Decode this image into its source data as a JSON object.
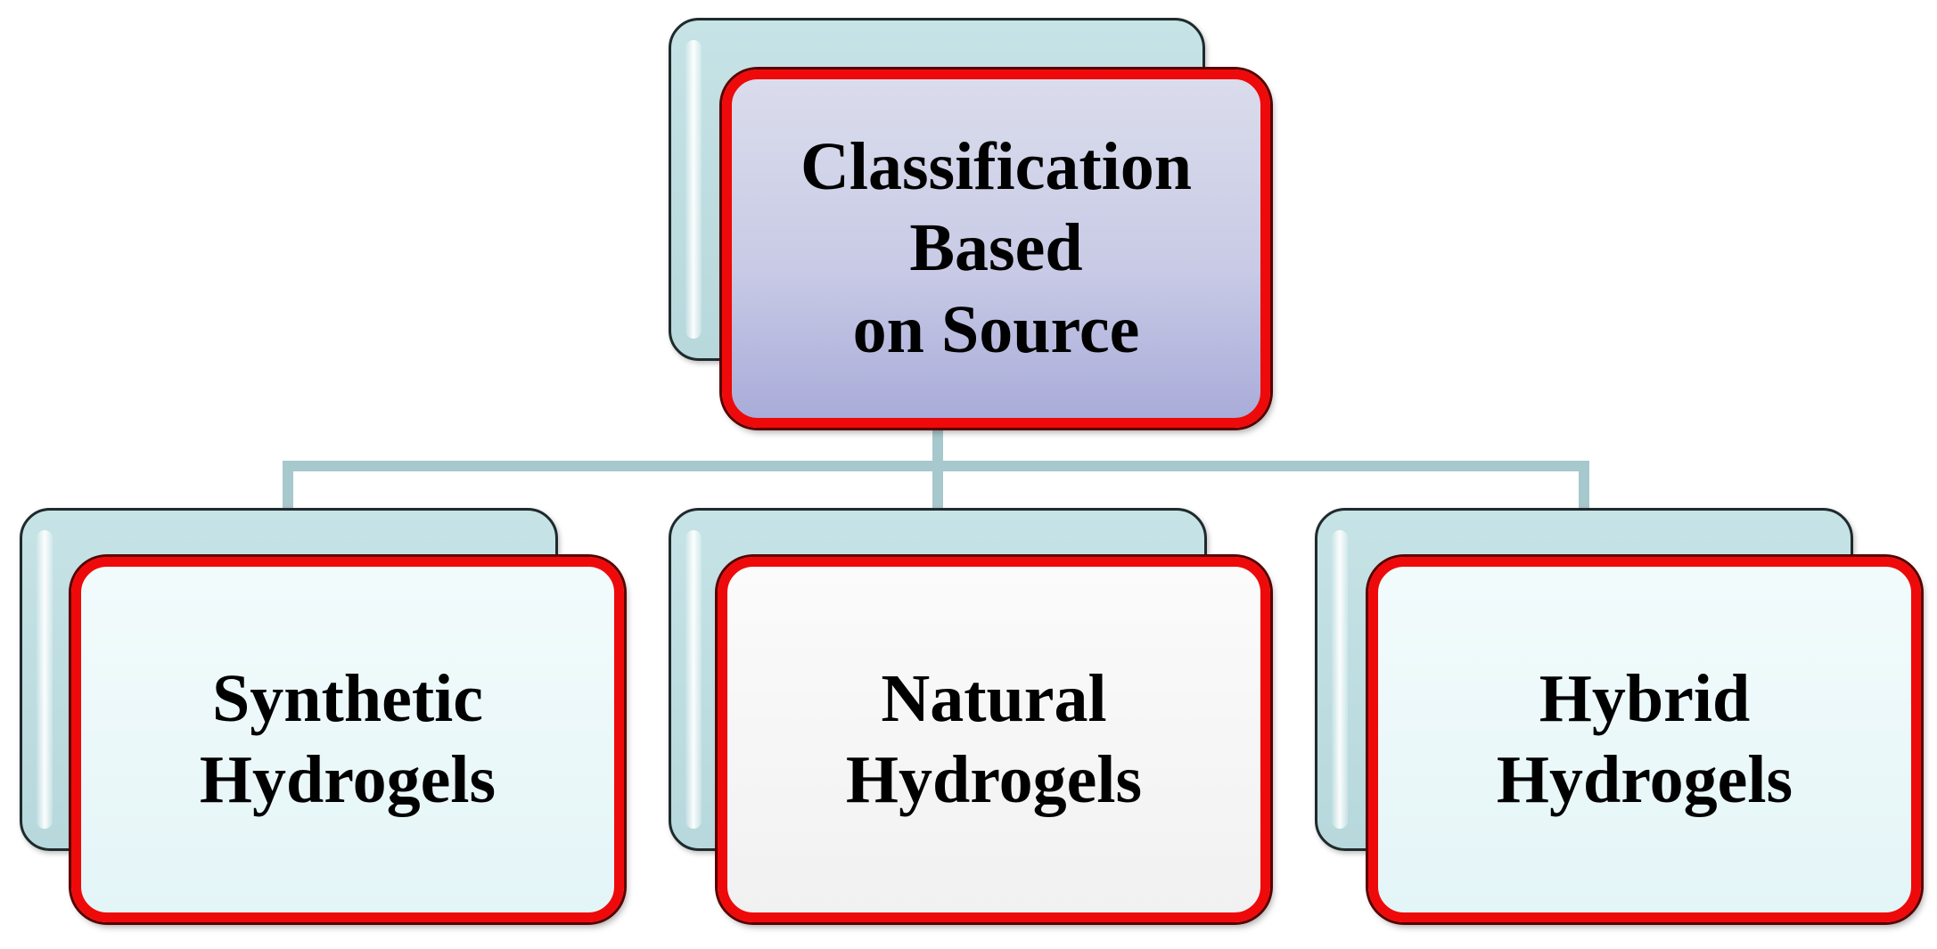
{
  "diagram": {
    "root": {
      "label": "Classification\nBased\non Source"
    },
    "children": [
      {
        "label": "Synthetic\nHydrogels"
      },
      {
        "label": "Natural\nHydrogels"
      },
      {
        "label": "Hybrid\nHydrogels"
      }
    ]
  },
  "colors": {
    "card_border": "#ee0a0a",
    "back_card": "#b7d8dc",
    "root_fill": "#c9cbe6",
    "connector": "#a7c8cc"
  }
}
